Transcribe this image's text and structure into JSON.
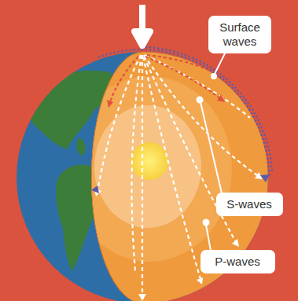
{
  "diagram": {
    "nodes": [
      {
        "text": [
          "Surface waves"
        ]
      },
      {
        "text": [
          "S-waves"
        ]
      },
      {
        "text": [
          "P-waves"
        ]
      }
    ]
  }
}
